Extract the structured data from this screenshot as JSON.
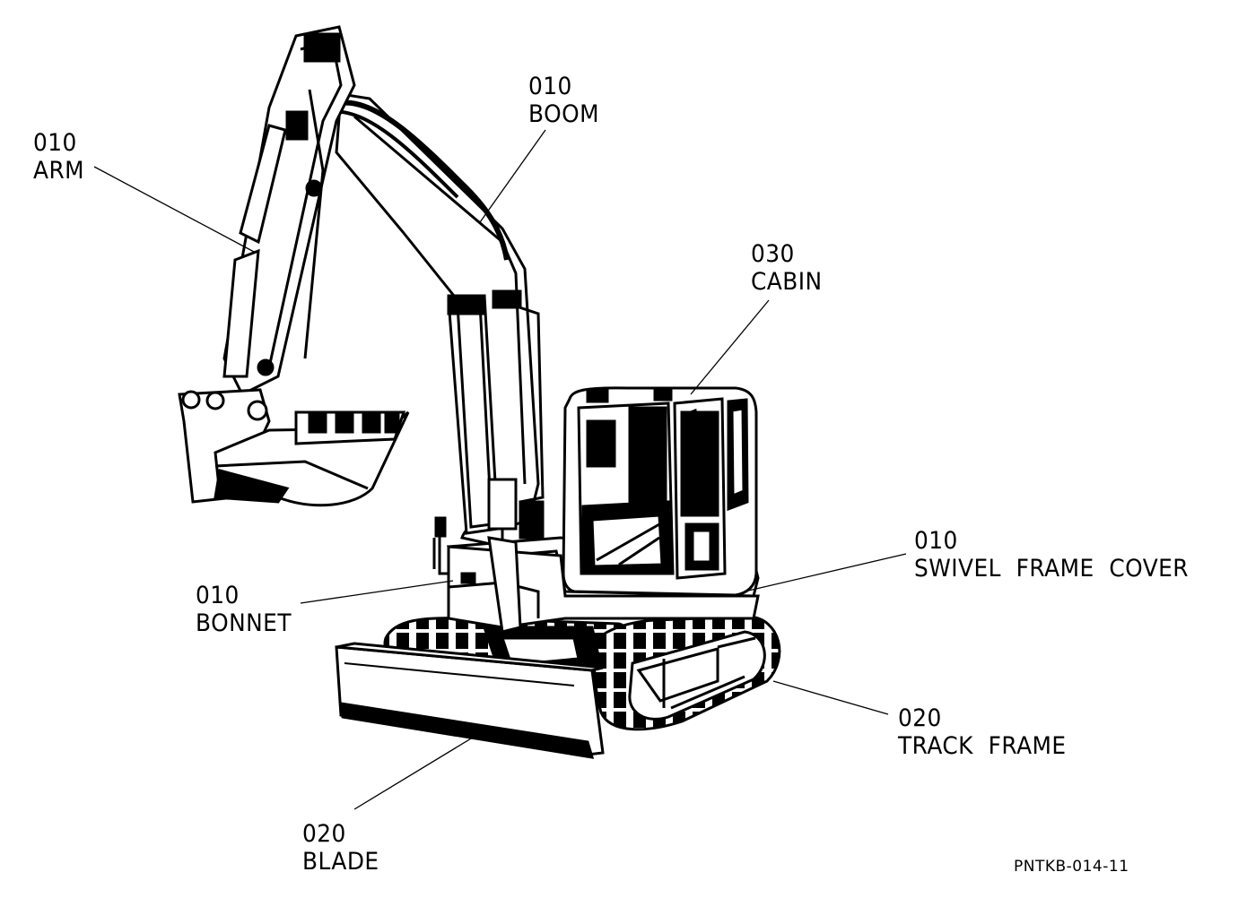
{
  "callouts": [
    {
      "id": "arm",
      "code": "010",
      "name": "ARM"
    },
    {
      "id": "boom",
      "code": "010",
      "name": "BOOM"
    },
    {
      "id": "cabin",
      "code": "030",
      "name": "CABIN"
    },
    {
      "id": "swivel",
      "code": "010",
      "name": "SWIVEL  FRAME  COVER"
    },
    {
      "id": "bonnet",
      "code": "010",
      "name": "BONNET"
    },
    {
      "id": "track",
      "code": "020",
      "name": "TRACK  FRAME"
    },
    {
      "id": "blade",
      "code": "020",
      "name": "BLADE"
    }
  ],
  "figure_code": "PNTKB-014-11",
  "colors": {
    "ink": "#000000",
    "paper": "#ffffff"
  }
}
